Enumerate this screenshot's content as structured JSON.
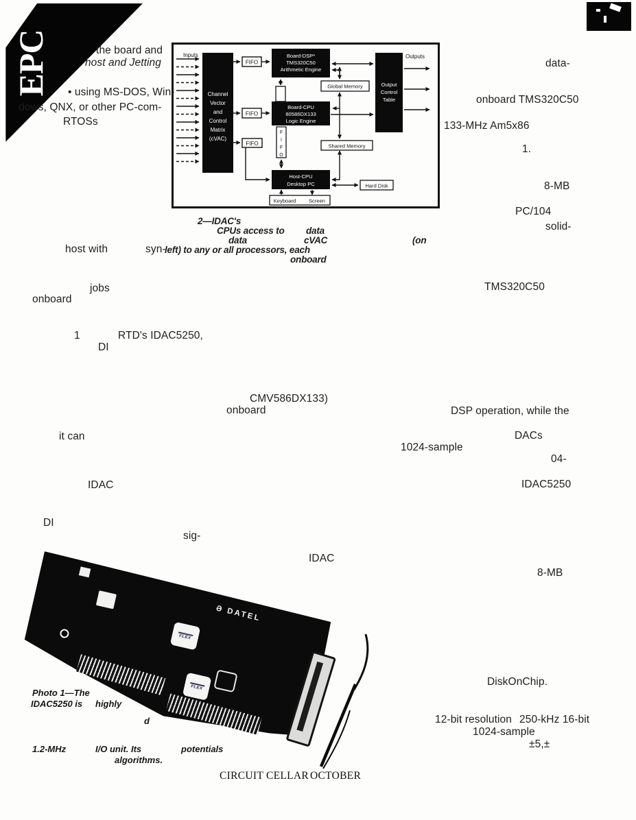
{
  "masthead": {
    "logo_text": "EPC"
  },
  "intro_fragments": {
    "f1": "the board and",
    "f2": "host and Jetting",
    "f3": "• using MS-DOS, Win-",
    "f4": "dows, QNX, or other PC-com-",
    "f5": "RTOSs"
  },
  "diagram": {
    "inputs_label": "Inputs",
    "outputs_label": "Outputs",
    "cvac_lines": [
      "Channel",
      "Vector",
      "and",
      "Control",
      "Matrix",
      "(cVAC)"
    ],
    "fifo_label": "FIFO",
    "fifo_vertical_letters": [
      "F",
      "I",
      "F",
      "O"
    ],
    "board_dsp_lines": [
      "Board-DSP*",
      "TMS320C50",
      "Arithmetic Engine"
    ],
    "board_cpu_lines": [
      "Board-CPU",
      "80586DX133",
      "Logic Engine"
    ],
    "host_cpu_lines": [
      "Host-CPU",
      "Desktop PC"
    ],
    "output_table_lines": [
      "Output",
      "Control",
      "Table"
    ],
    "global_memory_label": "Global Memory",
    "shared_memory_label": "Shared Memory",
    "hard_disk_label": "Hard Disk",
    "keyboard_label": "Keyboard",
    "screen_label": "Screen"
  },
  "figure_caption": {
    "c1": "2—IDAC's",
    "c2": "CPUs access to",
    "c3": "data",
    "c4": "data",
    "c5": "cVAC",
    "c6": "(on",
    "c7": "left) to any or all processors, each",
    "c8": "onboard"
  },
  "article": {
    "r1": "data-",
    "r2": "onboard TMS320C50",
    "r3": "133-MHz Am5x86",
    "r4": "1.",
    "r5": "8-MB",
    "r6": "PC/104",
    "r7": "solid-",
    "r8": "TMS320C50",
    "l1": "host with",
    "l2": "syn-",
    "l3": "jobs",
    "l4": "onboard",
    "l5": "1",
    "l6": "RTD's IDAC5250,",
    "l7": "DI",
    "l8": "CMV586DX133)",
    "l9": "onboard",
    "l10": "it can",
    "l11": "IDAC",
    "l12": "DI",
    "l13": "sig-",
    "l14": "IDAC",
    "m1": "DSP operation, while the",
    "m2": "DACs",
    "m3": "1024-sample",
    "m4": "04-",
    "m5": "IDAC5250",
    "m6": "8-MB",
    "b1": "DiskOnChip.",
    "b2": "12-bit resolution",
    "b3": "250-kHz 16-bit",
    "b4": "1024-sample",
    "b5": "±5,±"
  },
  "photo": {
    "brand_mark": "Ə",
    "brand": "DATEL",
    "chip_label": "FLEX",
    "captions": {
      "p1": "Photo 1—The",
      "p2": "IDAC5250 is",
      "p3": "highly",
      "p4": "d",
      "p5": "1.2-MHz",
      "p6": "I/O unit. Its",
      "p7": "potentials",
      "p8": "algorithms."
    }
  },
  "footer": {
    "magazine": "CIRCUIT CELLAR",
    "month": "OCTOBER"
  },
  "colors": {
    "ink": "#1d1d1d",
    "board_black": "#0b0b0b"
  }
}
